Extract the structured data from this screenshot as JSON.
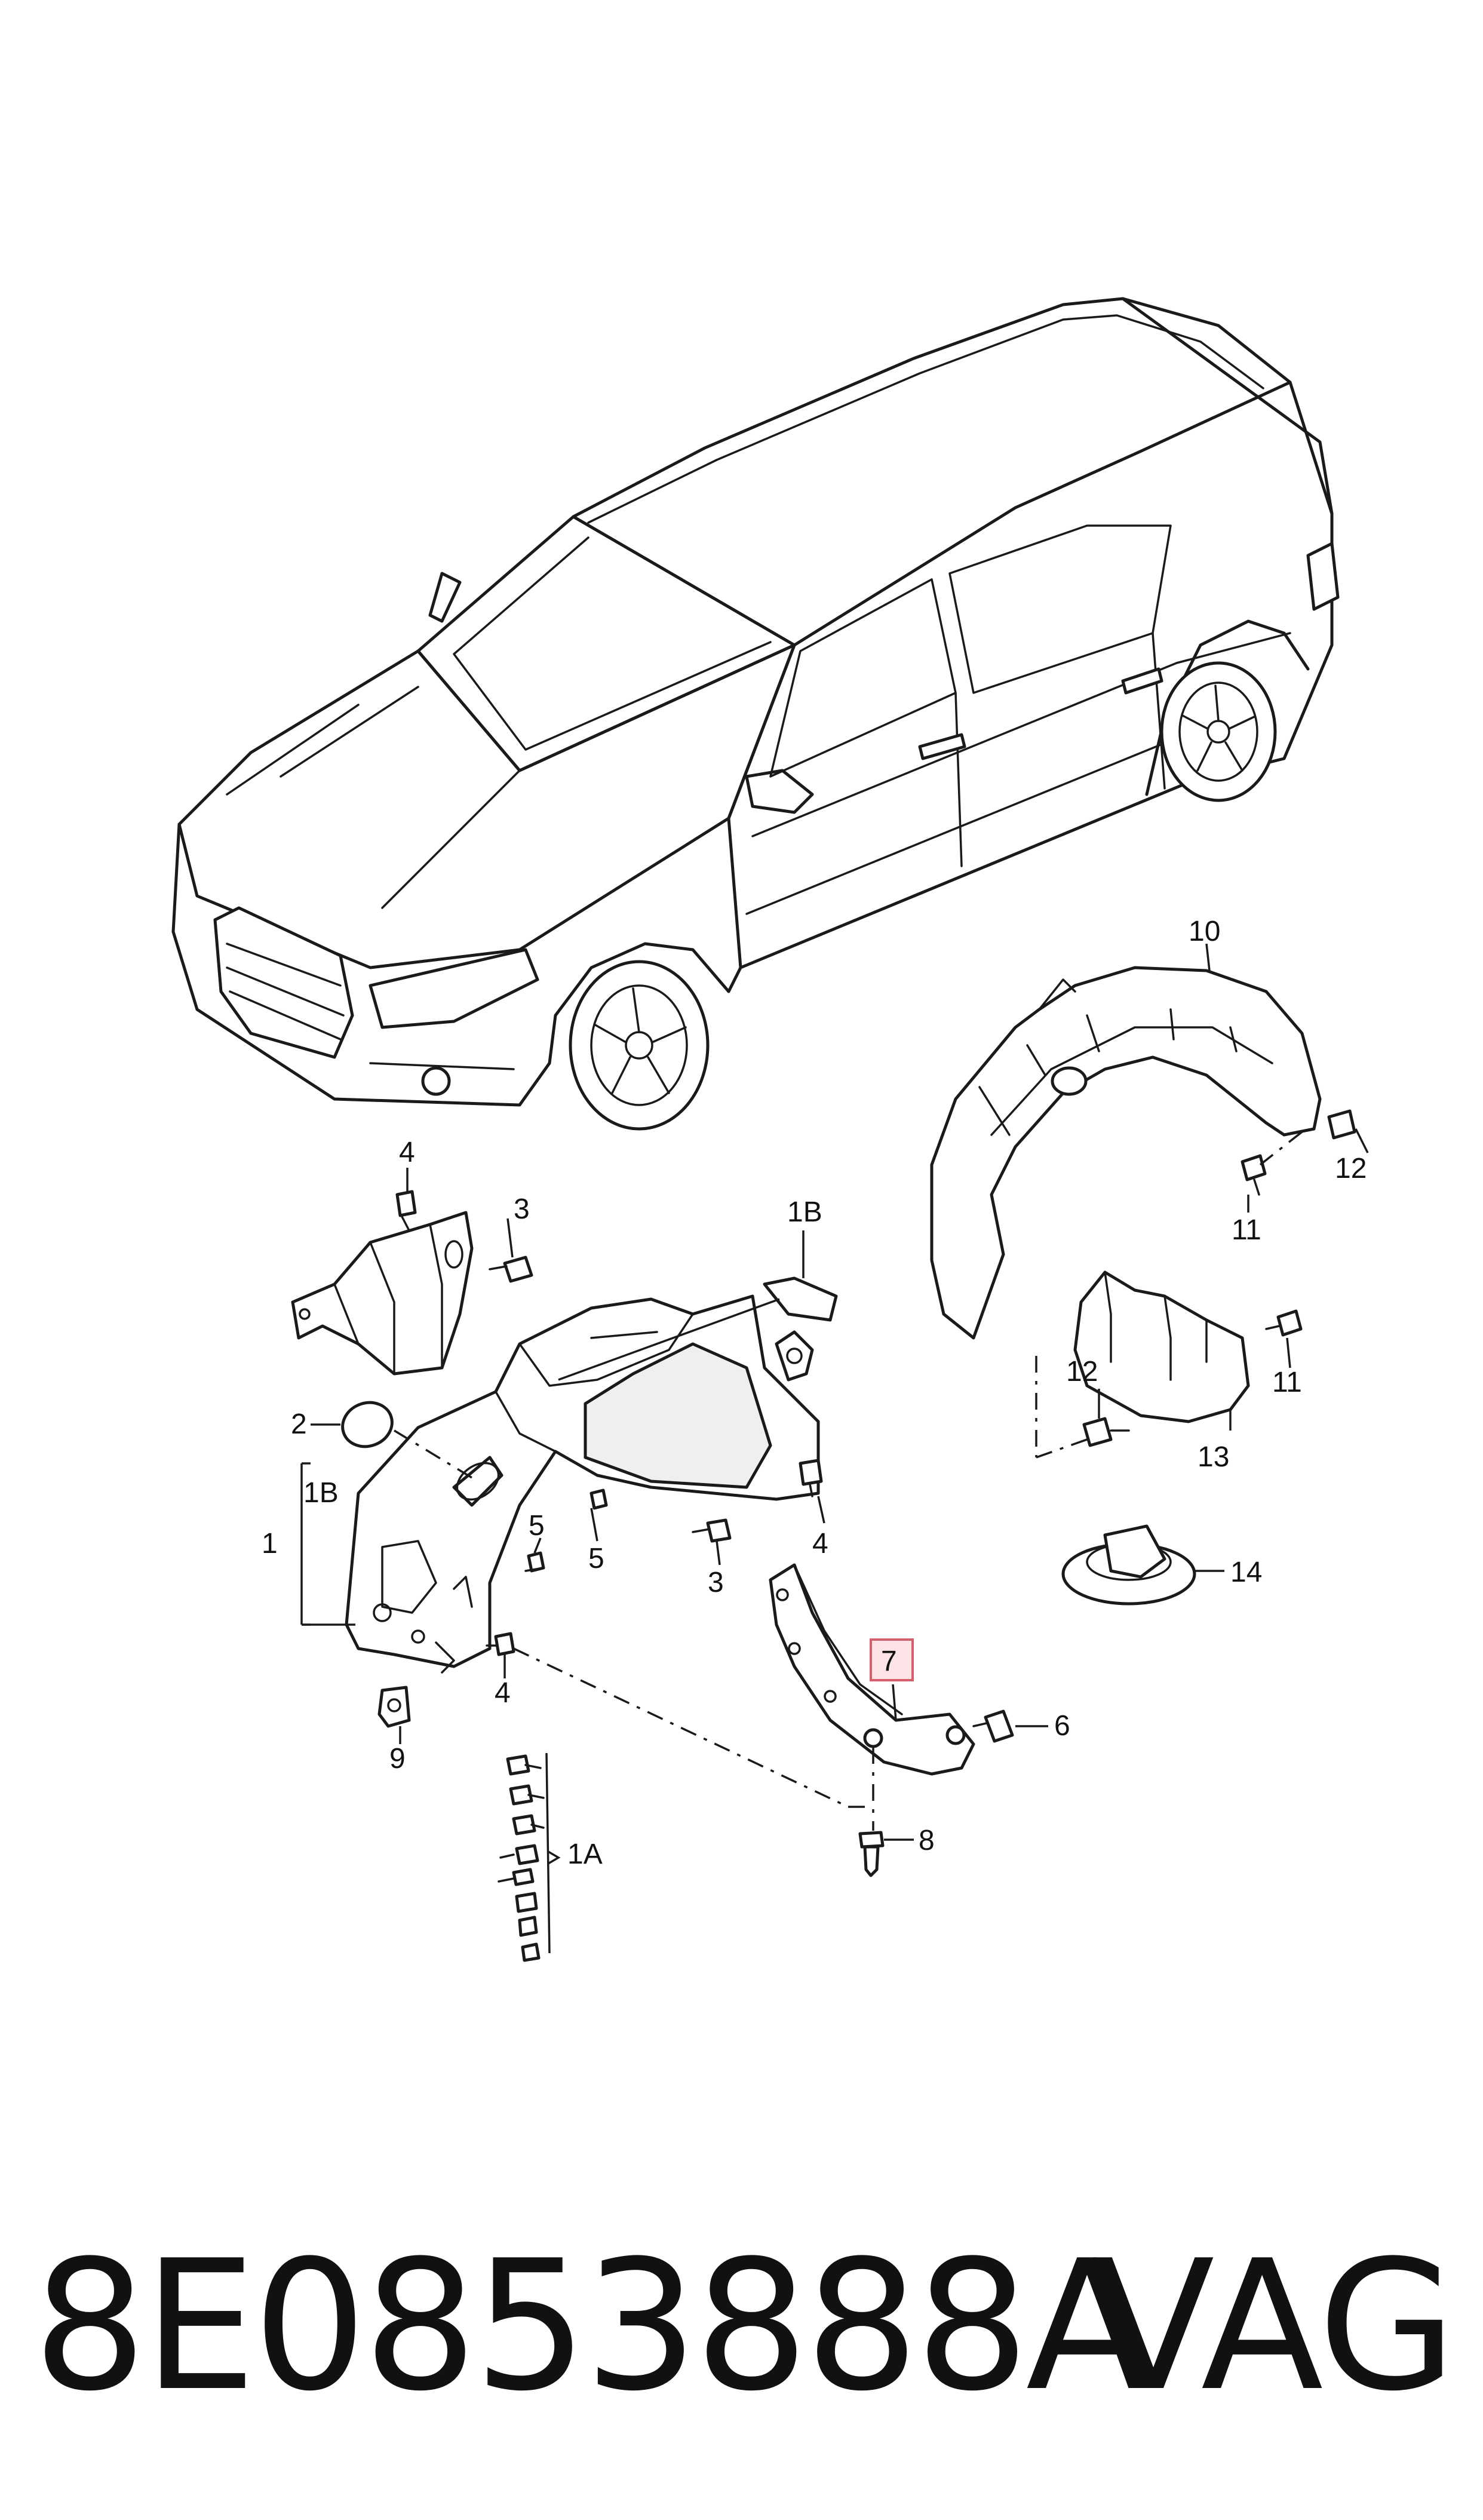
{
  "callouts": {
    "c1": "1",
    "c1a": "1A",
    "c1b_left": "1B",
    "c1b_top": "1B",
    "c2": "2",
    "c3_top": "3",
    "c3_bottom": "3",
    "c4_top": "4",
    "c4_mid": "4",
    "c4_bottom": "4",
    "c5_top": "5",
    "c5_bottom": "5",
    "c6": "6",
    "c7": "7",
    "c8": "8",
    "c9": "9",
    "c10": "10",
    "c11_top": "11",
    "c11_bottom": "11",
    "c12_top": "12",
    "c12_bottom": "12",
    "c13": "13",
    "c14": "14"
  },
  "highlight_color": "#d4606d",
  "footer": {
    "part_number": "8E0853888A",
    "brand": "VAG"
  }
}
